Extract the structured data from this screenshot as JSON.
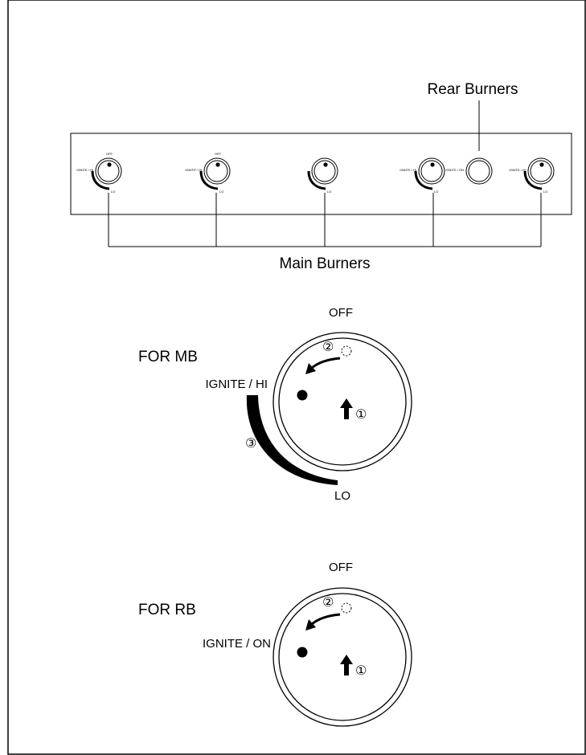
{
  "panel": {
    "rear_burners_label": "Rear Burners",
    "main_burners_label": "Main Burners",
    "knobs": [
      {
        "type": "main",
        "off": "OFF",
        "ignite": "IGNITE / HI",
        "lo": "LO"
      },
      {
        "type": "main",
        "off": "OFF",
        "ignite": "IGNITE / HI",
        "lo": "LO"
      },
      {
        "type": "main",
        "off": "",
        "ignite": "",
        "lo": "LO"
      },
      {
        "type": "main",
        "off": "",
        "ignite": "IGNITE / HI",
        "lo": "LO"
      },
      {
        "type": "rear",
        "off": "",
        "ignite": "IGNITE / ON",
        "lo": ""
      },
      {
        "type": "main",
        "off": "",
        "ignite": "IGNITE / HI",
        "lo": "LO"
      }
    ]
  },
  "mb_detail": {
    "title": "FOR MB",
    "off": "OFF",
    "ignite": "IGNITE / HI",
    "lo": "LO",
    "step1": "①",
    "step2": "②",
    "step3": "③"
  },
  "rb_detail": {
    "title": "FOR RB",
    "off": "OFF",
    "ignite": "IGNITE / ON",
    "step1": "①",
    "step2": "②"
  }
}
